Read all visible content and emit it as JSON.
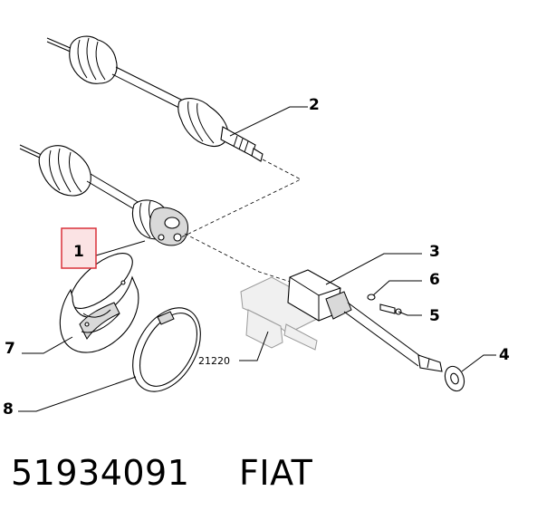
{
  "callouts": {
    "c1": "1",
    "c2": "2",
    "c3": "3",
    "c4": "4",
    "c5": "5",
    "c6": "6",
    "c7": "7",
    "c8": "8",
    "ref": "21220"
  },
  "footer": {
    "part_number": "51934091",
    "brand": "FIAT"
  },
  "highlight_color": "#d9313a"
}
